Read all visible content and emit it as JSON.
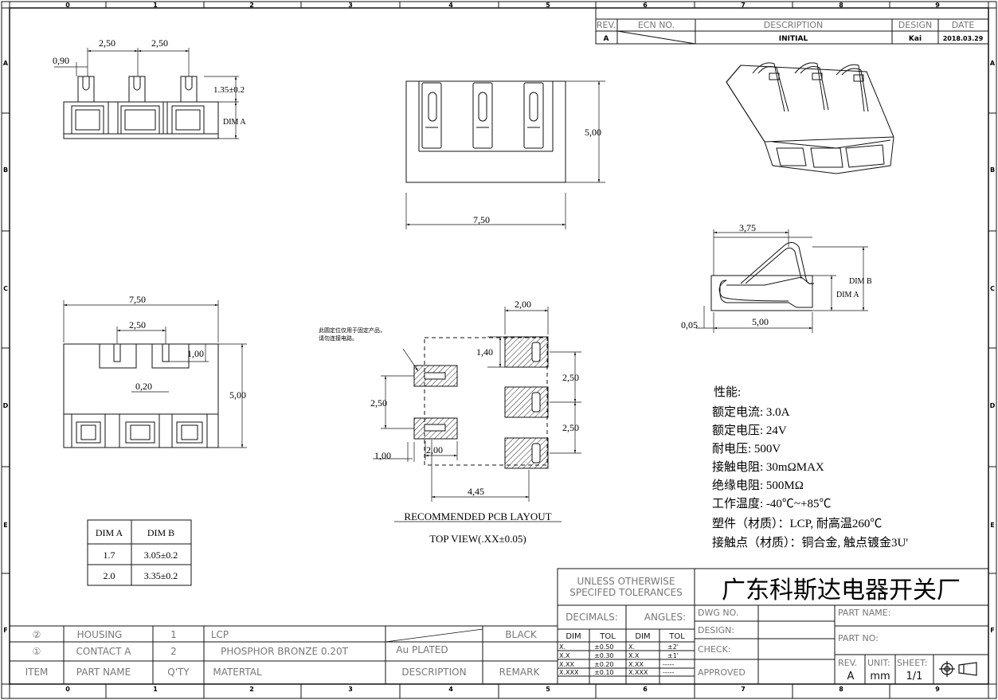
{
  "frame": {
    "column_labels": [
      "0",
      "1",
      "2",
      "3",
      "4",
      "5",
      "6",
      "7",
      "8",
      "9"
    ],
    "row_labels": [
      "A",
      "B",
      "C",
      "D",
      "E",
      "F"
    ]
  },
  "revision_block": {
    "headers": [
      "REV.",
      "ECN NO.",
      "DESCRIPTION",
      "DESIGN",
      "DATE"
    ],
    "row": {
      "rev": "A",
      "ecn": "",
      "description": "INITIAL",
      "design": "Kai",
      "date": "2018.03.29"
    }
  },
  "front_view": {
    "dims": {
      "d1": "0,90",
      "d2": "2,50",
      "d3": "2,50",
      "d4": "1.35±0.2",
      "d5": "DIM A"
    }
  },
  "top_view": {
    "dims": {
      "height": "5,00",
      "width": "7,50"
    }
  },
  "side_view": {
    "dims": {
      "top": "3,75",
      "bottom": "5,00",
      "gap": "0,05",
      "dim_a": "DIM A",
      "dim_b": "DIM B"
    }
  },
  "bottom_view": {
    "dims": {
      "width": "7,50",
      "pitch": "2,50",
      "h1": "1,00",
      "w1": "0,20",
      "height": "5,00"
    }
  },
  "pcb_layout": {
    "note_line1": "此圆定位仅用于固定产品，",
    "note_line2": "请勿连接电路。",
    "dims": {
      "pad_w": "2,00",
      "pad_h": "1,40",
      "pitch1": "2,50",
      "pitch2": "2,50",
      "left_pitch": "2,50",
      "left_w": "1,00",
      "left_pad": "2,00",
      "span": "4,45"
    },
    "title": "RECOMMENDED PCB LAYOUT",
    "subtitle": "TOP VIEW(.XX±0.05)"
  },
  "dim_table": {
    "headers": [
      "DIM A",
      "DIM B"
    ],
    "rows": [
      [
        "1.7",
        "3.05±0.2"
      ],
      [
        "2.0",
        "3.35±0.2"
      ]
    ]
  },
  "specs": {
    "title": "性能:",
    "lines": [
      "额定电流: 3.0A",
      "额定电压: 24V",
      "耐电压: 500V",
      "接触电阻: 30mΩMAX",
      "绝缘电阻: 500MΩ",
      "工作温度: -40℃~+85℃",
      "塑件（材质）：LCP, 耐高温260℃",
      "接触点（材质）：铜合金, 触点镀金3U'"
    ]
  },
  "bom": {
    "rows": [
      {
        "item": "②",
        "name": "HOUSING",
        "qty": "1",
        "material": "LCP",
        "description": "",
        "remark": "BLACK"
      },
      {
        "item": "①",
        "name": "CONTACT A",
        "qty": "2",
        "material": "PHOSPHOR BRONZE 0.20T",
        "description": "Au PLATED",
        "remark": ""
      }
    ],
    "headers": {
      "item": "ITEM",
      "name": "PART NAME",
      "qty": "Q'TY",
      "material": "MATERTAL",
      "description": "DESCRIPTION",
      "remark": "REMARK"
    }
  },
  "tolerance_block": {
    "title_line1": "UNLESS OTHERWISE",
    "title_line2": "SPECIFED TOLERANCES",
    "decimals": "DECIMALS:",
    "angles": "ANGLES:",
    "col_headers": [
      "DIM",
      "TOL",
      "DIM",
      "TOL"
    ],
    "rows": [
      [
        "X.",
        "±0.50",
        "X.",
        "±2'"
      ],
      [
        "X.X",
        "±0.30",
        "X.X",
        "±1'"
      ],
      [
        "X.XX",
        "±0.20",
        "X.XX",
        "-----"
      ],
      [
        "X.XXX",
        "±0.10",
        "X.XXX",
        "-----"
      ]
    ]
  },
  "title_block": {
    "company": "广东科斯达电器开关厂",
    "dwg_no": "DWG NO.",
    "design": "DESIGN:",
    "check": "CHECK:",
    "approved": "APPROVED",
    "part_name": "PART NAME:",
    "part_no": "PART NO:",
    "rev_label": "REV.",
    "rev_value": "A",
    "unit_label": "UNIT:",
    "unit_value": "mm",
    "sheet_label": "SHEET:",
    "sheet_value": "1/1"
  }
}
